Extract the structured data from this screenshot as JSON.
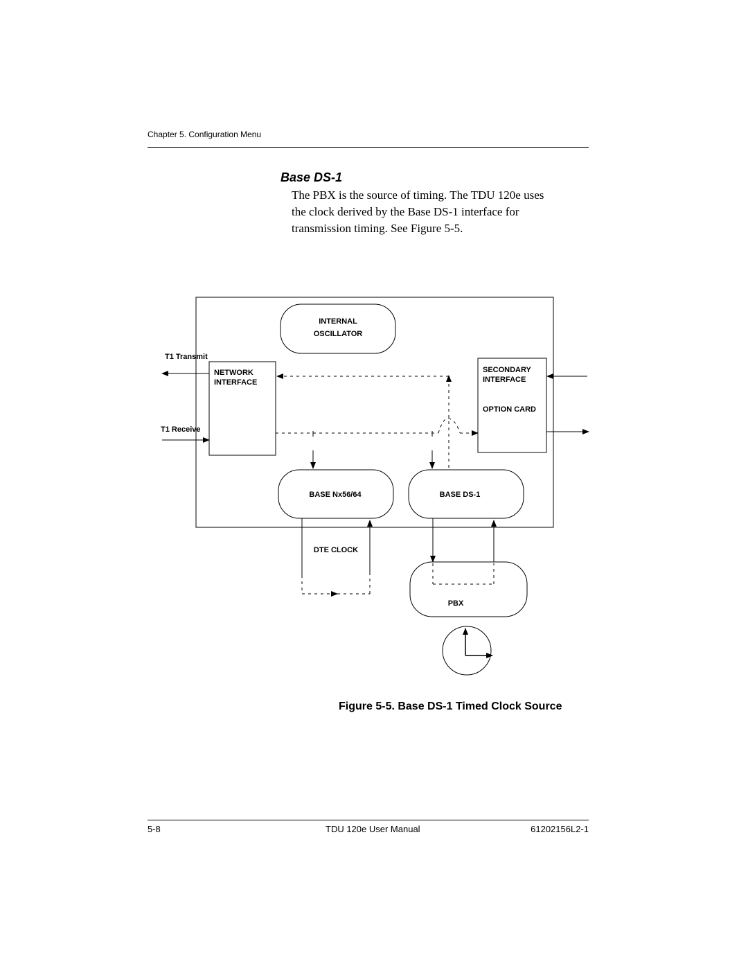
{
  "header": {
    "chapter": "Chapter 5. Configuration Menu"
  },
  "section": {
    "title": "Base DS-1",
    "body_lines": [
      "The PBX is the source of timing. The TDU 120e uses",
      "the clock derived by the Base DS-1 interface for",
      "transmission timing. See Figure 5-5."
    ]
  },
  "diagram": {
    "internal_oscillator": [
      "INTERNAL",
      "OSCILLATOR"
    ],
    "network_interface": [
      "NETWORK",
      "INTERFACE"
    ],
    "secondary_interface": [
      "SECONDARY",
      "INTERFACE"
    ],
    "option_card": "OPTION CARD",
    "t1_transmit": "T1 Transmit",
    "t1_receive": "T1 Receive",
    "base_nx": "BASE Nx56/64",
    "base_ds1": "BASE DS-1",
    "dte_clock": "DTE CLOCK",
    "pbx": "PBX"
  },
  "caption": "Figure 5-5.  Base DS-1 Timed Clock Source",
  "footer": {
    "page": "5-8",
    "title": "TDU 120e  User Manual",
    "doc_number": "61202156L2-1"
  }
}
